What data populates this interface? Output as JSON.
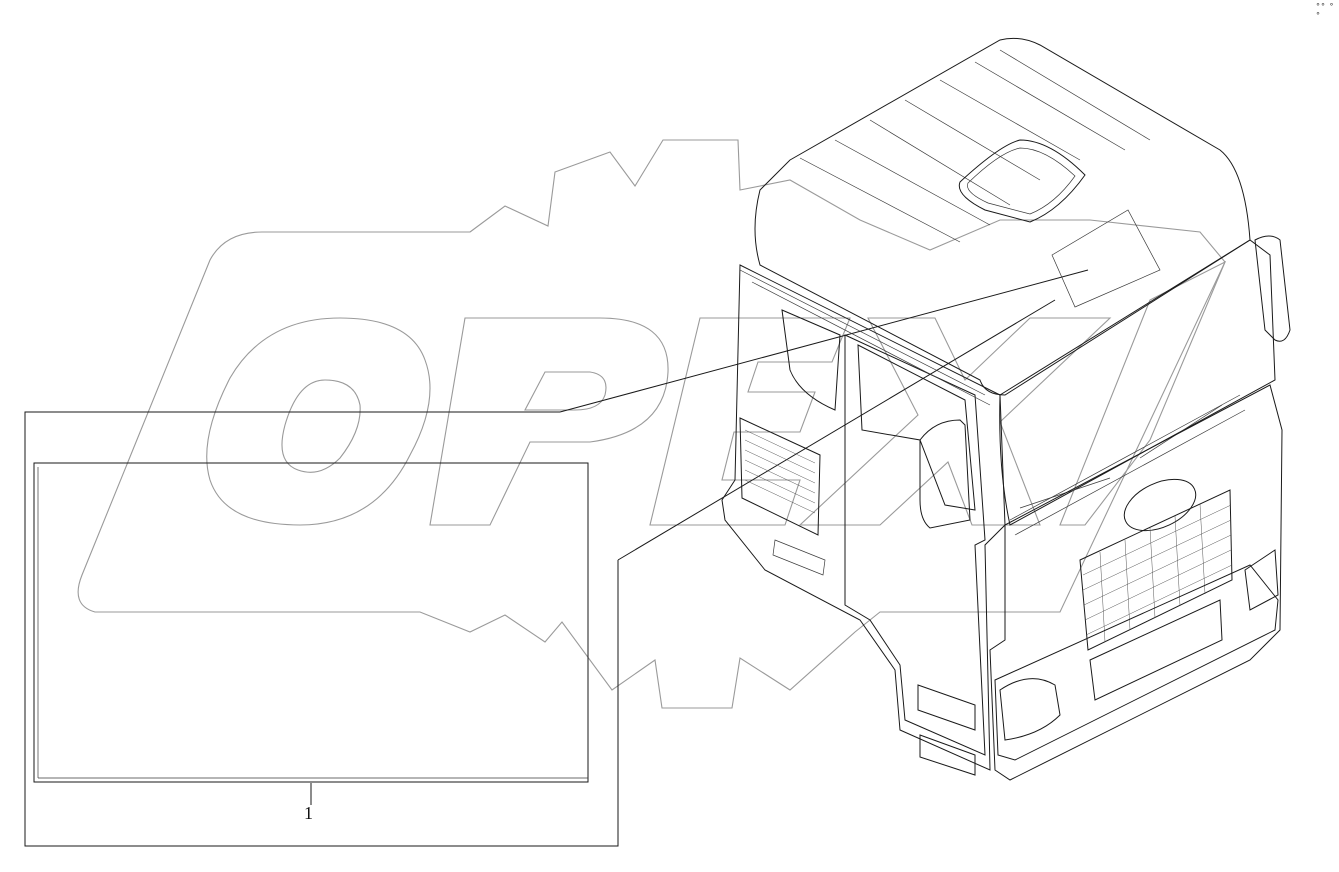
{
  "diagram": {
    "callout_number": "1",
    "corner_mark": "°° °°"
  },
  "watermark": {
    "text": "OPEX",
    "icon": "gear-outline-icon"
  },
  "part_icon": "glass-panel-icon",
  "illustration": "truck-cab-line-drawing",
  "colors": {
    "line": "#1a1a1a",
    "watermark": "#9a9a9a",
    "background": "#ffffff"
  }
}
